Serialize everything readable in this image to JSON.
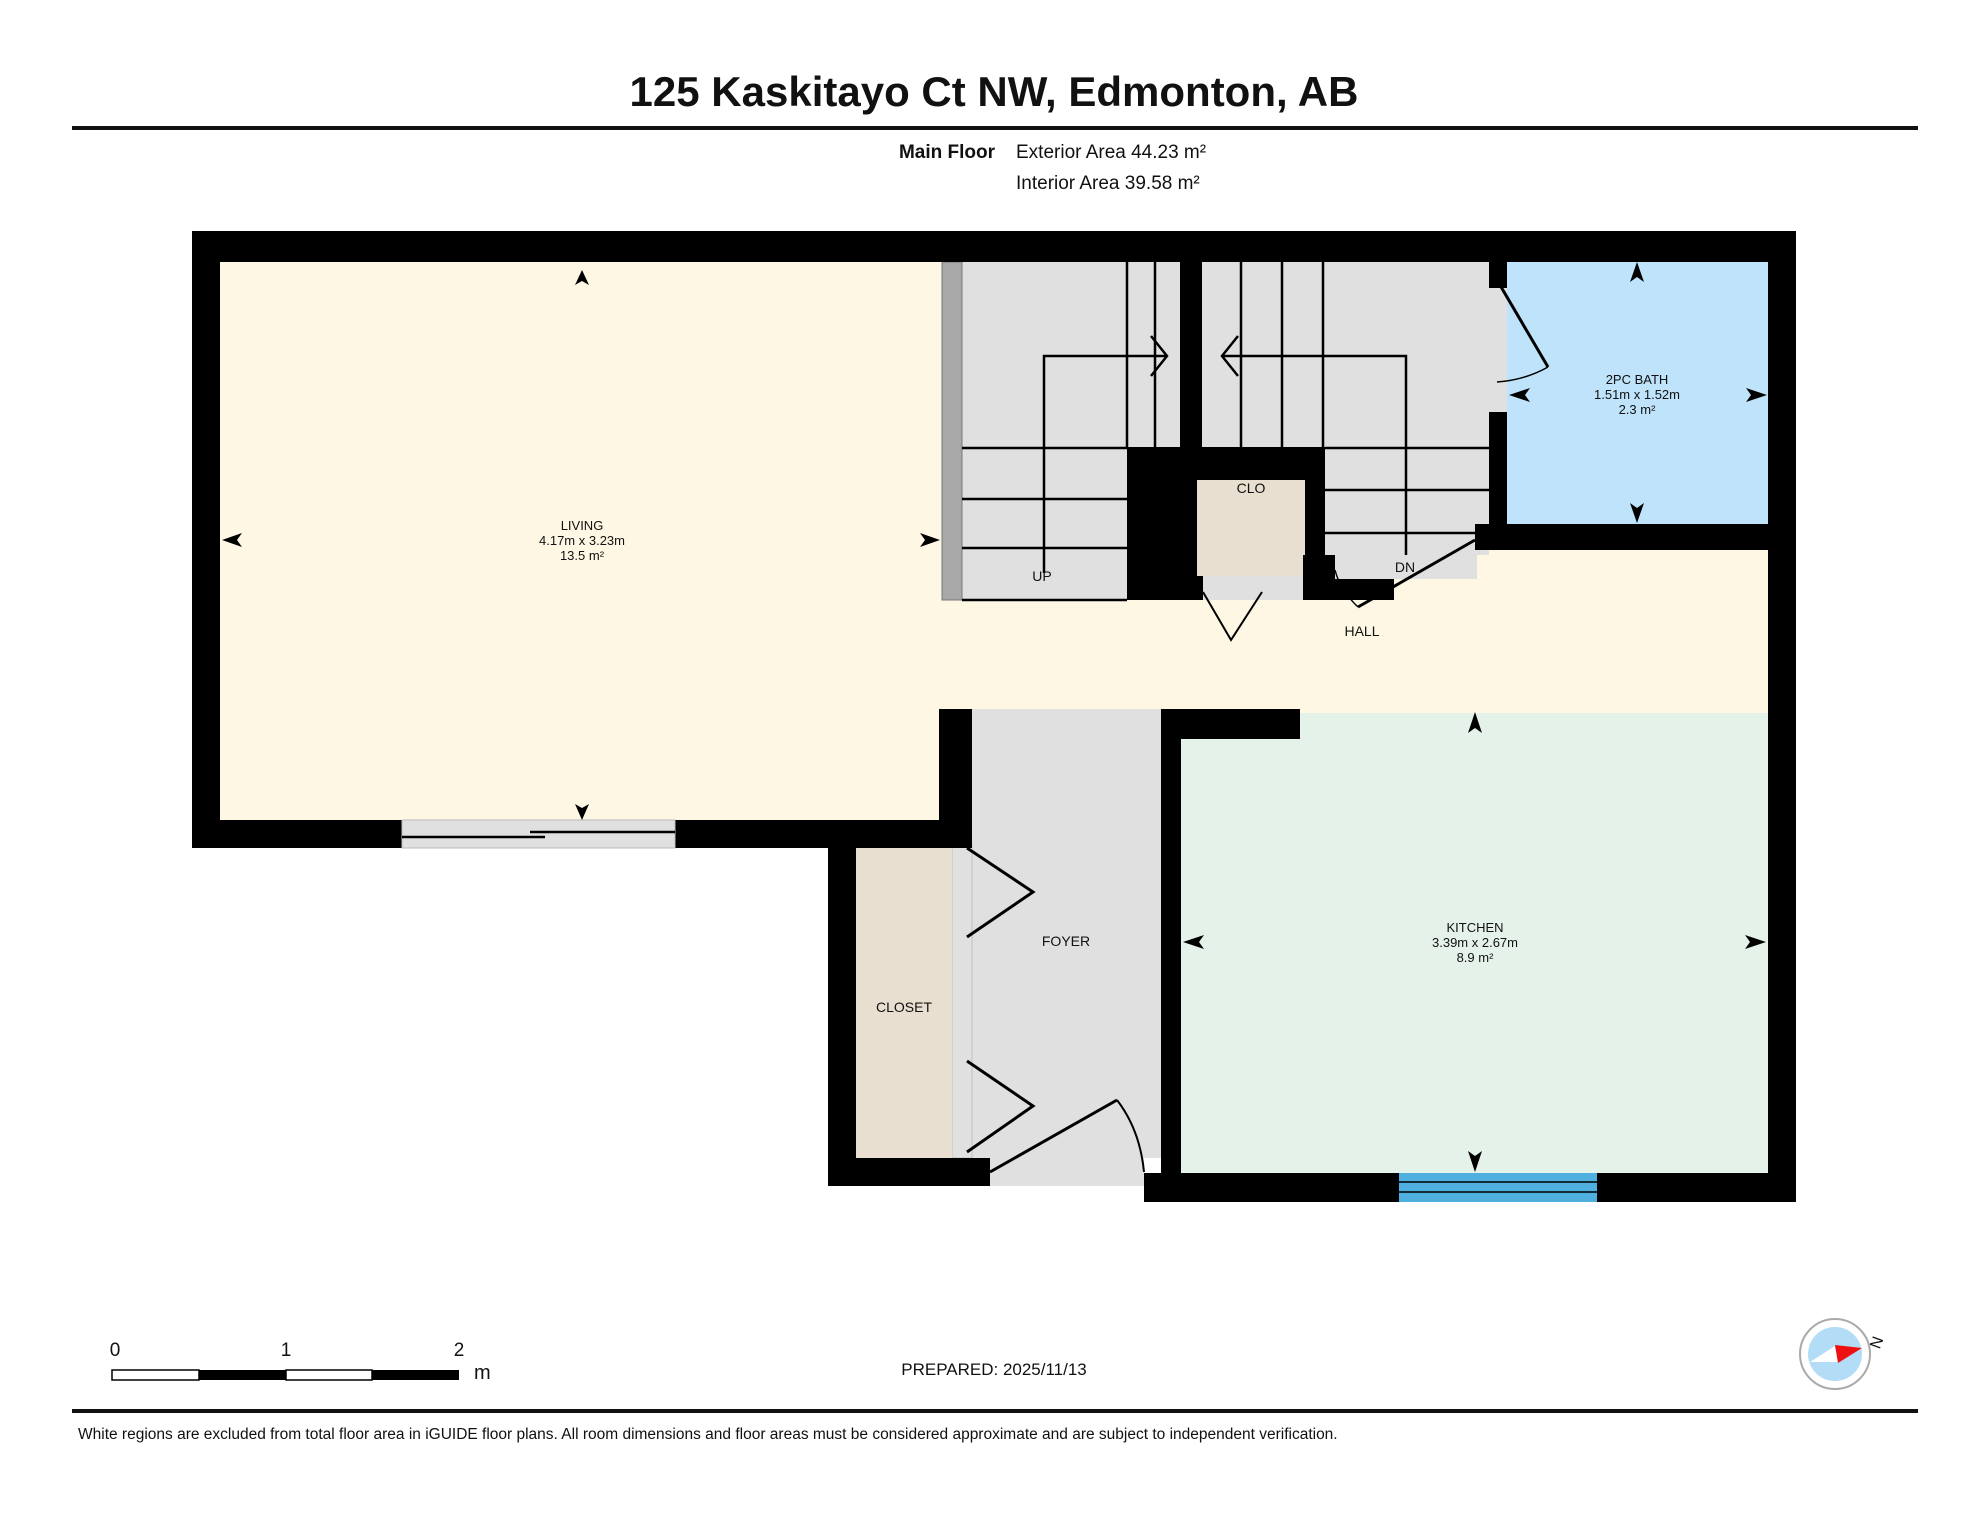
{
  "header": {
    "title": "125 Kaskitayo Ct NW, Edmonton, AB",
    "floor_name": "Main Floor",
    "exterior_area": "Exterior Area 44.23 m²",
    "interior_area": "Interior Area 39.58 m²"
  },
  "rooms": {
    "living": {
      "name": "LIVING",
      "dims": "4.17m x 3.23m",
      "area": "13.5 m²",
      "color": "#fdf7e4"
    },
    "bath": {
      "name": "2PC BATH",
      "dims": "1.51m x 1.52m",
      "area": "2.3 m²",
      "color": "#bfe3fa"
    },
    "kitchen": {
      "name": "KITCHEN",
      "dims": "3.39m x 2.67m",
      "area": "8.9 m²",
      "color": "#e5f2ea"
    },
    "hall": {
      "name": "HALL",
      "color": "#fdf7e4"
    },
    "foyer": {
      "name": "FOYER",
      "color": "#e0e0e0"
    },
    "closet": {
      "name": "CLOSET",
      "color": "#e8dfd0"
    },
    "clo": {
      "name": "CLO",
      "color": "#e8dfd0"
    },
    "stairs_up": {
      "label": "UP"
    },
    "stairs_down": {
      "label": "DN"
    }
  },
  "colors": {
    "wall": "#000000",
    "stairs": "#e0e0e0",
    "railing": "#a8a8a8",
    "window_blue": "#4fb0e0",
    "compass_red": "#ee1111",
    "compass_blue": "#b3ddf7"
  },
  "scale_bar": {
    "ticks": [
      "0",
      "1",
      "2"
    ],
    "unit": "m"
  },
  "compass": {
    "label": "N"
  },
  "footer": {
    "prepared": "PREPARED: 2025/11/13",
    "disclaimer": "White regions are excluded from total floor area in iGUIDE floor plans. All room dimensions and floor areas must be considered approximate and are subject to independent verification."
  }
}
